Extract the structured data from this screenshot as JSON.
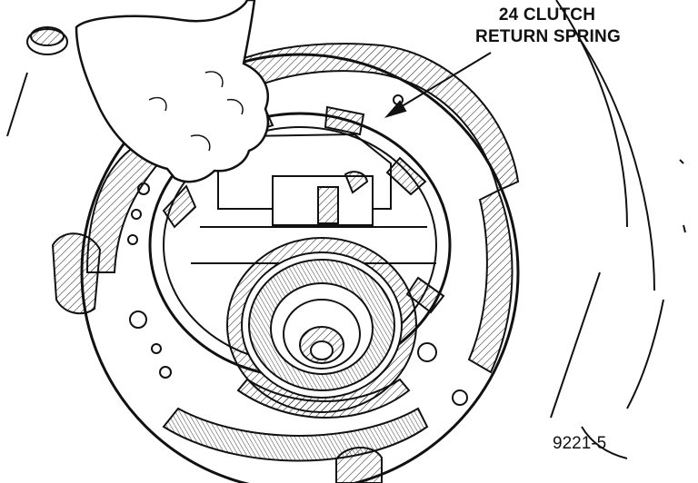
{
  "callout": {
    "number": "24",
    "line1": "24 CLUTCH",
    "line2": "RETURN SPRING"
  },
  "figure_number": "9221-5",
  "colors": {
    "ink": "#111111",
    "background": "#ffffff"
  }
}
